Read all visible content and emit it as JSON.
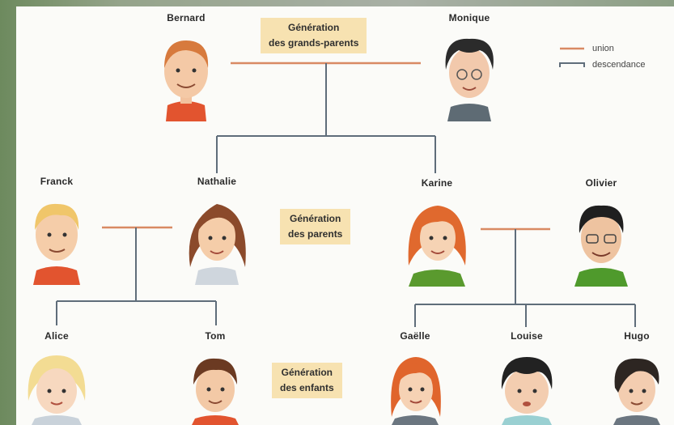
{
  "generations": {
    "grandparents": [
      "Génération",
      "des grands-parents"
    ],
    "parents": [
      "Génération",
      "des parents"
    ],
    "children": [
      "Génération",
      "des enfants"
    ]
  },
  "legend": {
    "union": "union",
    "descendance": "descendance"
  },
  "colors": {
    "union": "#d98a63",
    "descendance": "#5f6d7a",
    "label_bg": "#f7e2b1"
  },
  "people": {
    "bernard": "Bernard",
    "monique": "Monique",
    "franck": "Franck",
    "nathalie": "Nathalie",
    "karine": "Karine",
    "olivier": "Olivier",
    "alice": "Alice",
    "tom": "Tom",
    "gaelle": "Gaëlle",
    "louise": "Louise",
    "hugo": "Hugo"
  }
}
